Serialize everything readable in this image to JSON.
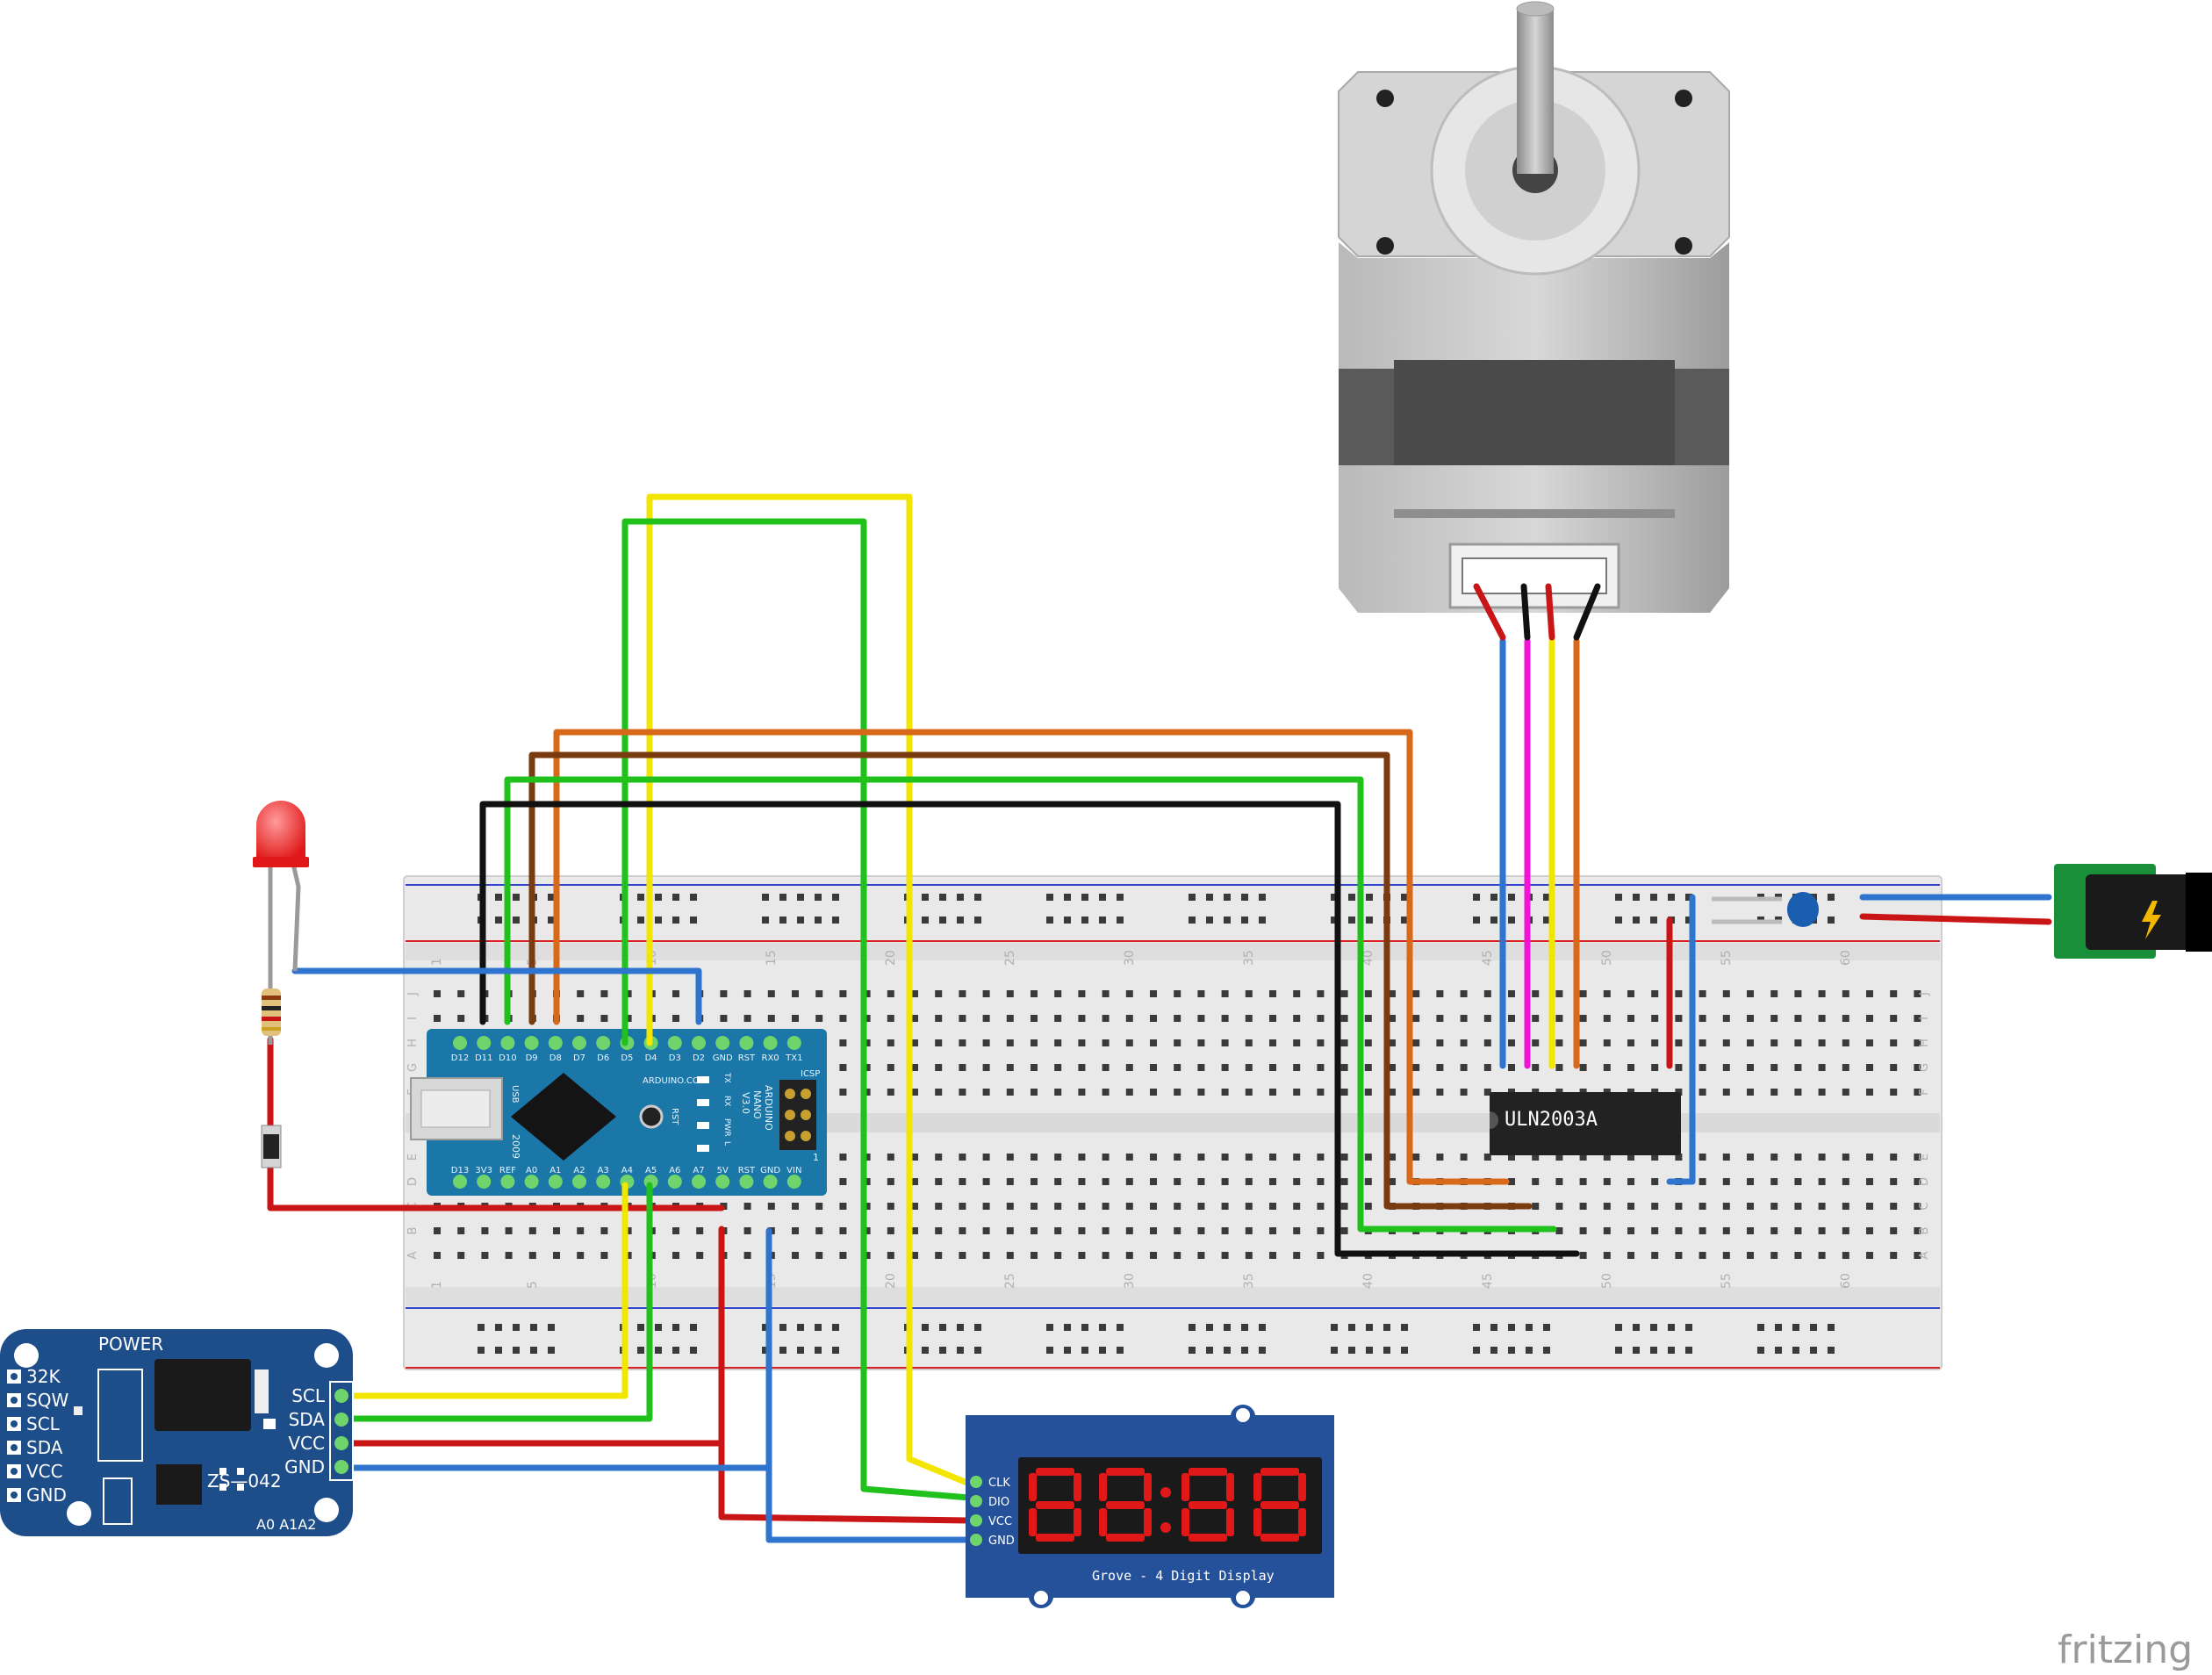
{
  "watermark": "fritzing",
  "breadboard": {
    "top_numbers": [
      "1",
      "5",
      "10",
      "15",
      "20",
      "25",
      "30",
      "35",
      "40",
      "45",
      "50",
      "55",
      "60"
    ],
    "bottom_numbers": [
      "1",
      "5",
      "10",
      "15",
      "20",
      "25",
      "30",
      "35",
      "40",
      "45",
      "50",
      "55",
      "60"
    ],
    "rows_top": [
      "J",
      "I",
      "H",
      "G",
      "F"
    ],
    "rows_bottom": [
      "E",
      "D",
      "C",
      "B",
      "A"
    ]
  },
  "nano": {
    "top_pins": [
      "D12",
      "D11",
      "D10",
      "D9",
      "D8",
      "D7",
      "D6",
      "D5",
      "D4",
      "D3",
      "D2",
      "GND",
      "RST",
      "RX0",
      "TX1"
    ],
    "bottom_pins": [
      "D13",
      "3V3",
      "REF",
      "A0",
      "A1",
      "A2",
      "A3",
      "A4",
      "A5",
      "A6",
      "A7",
      "5V",
      "RST",
      "GND",
      "VIN"
    ],
    "usb_label": "USB",
    "year_label": "2009",
    "brand": "ARDUINO.CC",
    "model_lines": [
      "ARDUINO",
      "NANO",
      "V3.0"
    ],
    "icsp": "ICSP",
    "rst": "RST",
    "leds": [
      "TX",
      "RX",
      "PWR",
      "L"
    ],
    "one": "1"
  },
  "uln": {
    "label": "ULN2003A"
  },
  "rtc": {
    "power": "POWER",
    "left_pins": [
      "32K",
      "SQW",
      "SCL",
      "SDA",
      "VCC",
      "GND"
    ],
    "right_pins": [
      "SCL",
      "SDA",
      "VCC",
      "GND"
    ],
    "model": "ZS—042",
    "addr": "A0 A1A2"
  },
  "display": {
    "pins": [
      "CLK",
      "DIO",
      "VCC",
      "GND"
    ],
    "title": "Grove - 4 Digit Display"
  },
  "colors": {
    "yellow": "#f2e600",
    "green": "#21c11d",
    "orange": "#d8691a",
    "brown": "#7a3b10",
    "black": "#111111",
    "blue": "#2f74cf",
    "red": "#c91515",
    "magenta": "#f015d6"
  }
}
